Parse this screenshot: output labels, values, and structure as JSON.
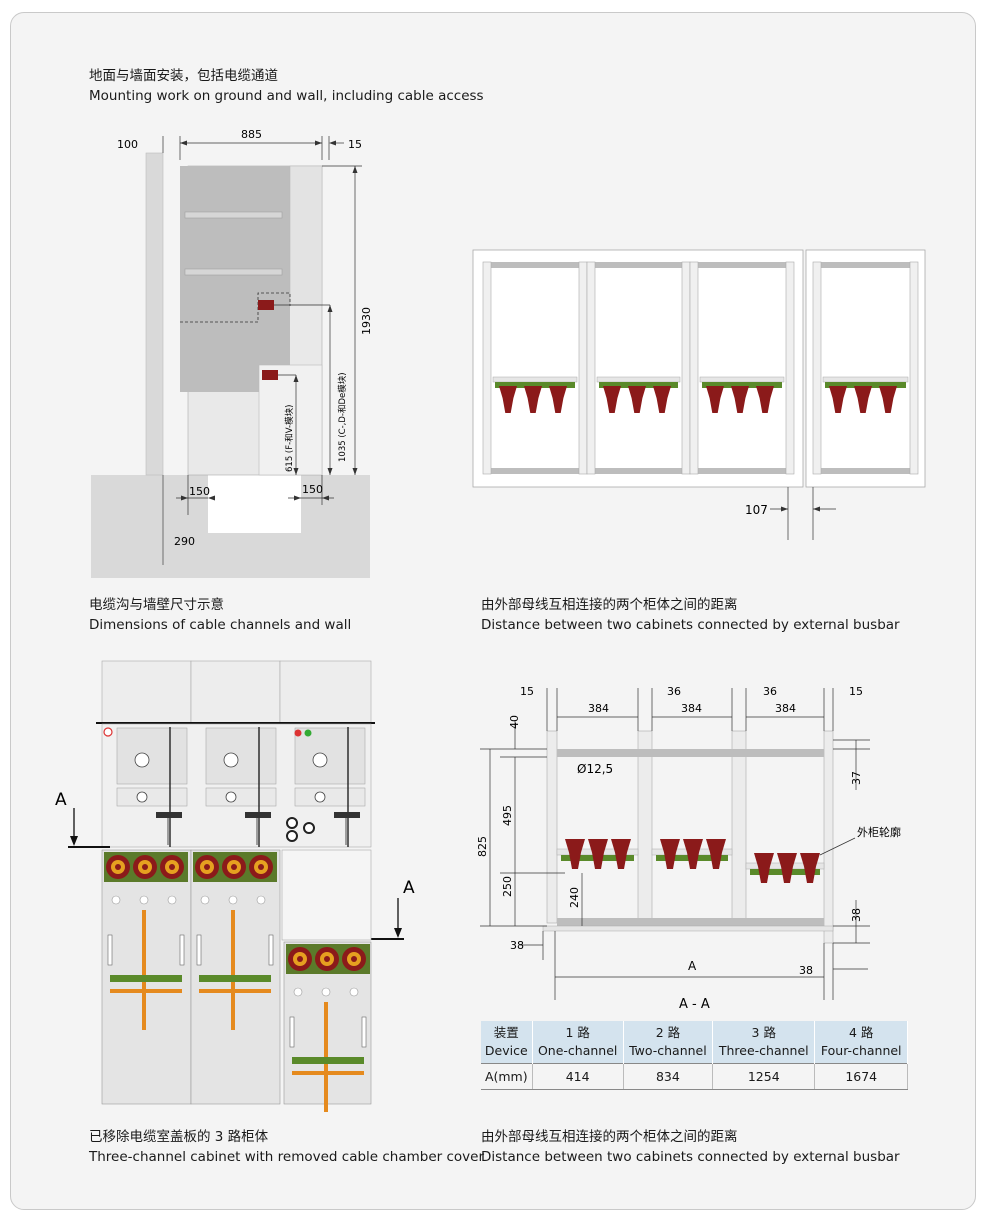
{
  "colors": {
    "panel": "#c7c7c7",
    "panel_dark": "#9a9a9a",
    "ground": "#d9d9d9",
    "insulator": "#8b1a1a",
    "busbar_green": "#5a8a2a",
    "busbar_orange": "#e58a1e",
    "table_header": "#d4e3ee"
  },
  "fig1": {
    "title_zh": "地面与墙面安装，包括电缆通道",
    "title_en": "Mounting work on ground and wall, including cable access",
    "dims": {
      "d100": "100",
      "d885": "885",
      "d15": "15",
      "d1930": "1930",
      "d1035": "1035 (C-,D-和De模块)",
      "d615": "615 (F-和V-模块)",
      "d150a": "150",
      "d150b": "150",
      "d290": "290"
    },
    "caption_zh": "电缆沟与墙壁尺寸示意",
    "caption_en": "Dimensions of cable channels and wall"
  },
  "fig2": {
    "dim107": "107",
    "caption_zh": "由外部母线互相连接的两个柜体之间的距离",
    "caption_en": "Distance between two cabinets connected by external busbar"
  },
  "fig3": {
    "label_a_left": "A",
    "label_a_right": "A",
    "caption_zh": "已移除电缆室盖板的 3 路柜体",
    "caption_en": "Three-channel cabinet with removed cable chamber cover"
  },
  "fig4": {
    "dims": {
      "d15_left": "15",
      "d36_a": "36",
      "d36_b": "36",
      "d15_right": "15",
      "d384_a": "384",
      "d384_b": "384",
      "d384_c": "384",
      "d40": "40",
      "d12_5": "Ø12,5",
      "d37": "37",
      "d495": "495",
      "d825": "825",
      "d250": "250",
      "d240": "240",
      "d38_right": "38",
      "d38_left": "38",
      "dA": "A",
      "d38_bottom": "38"
    },
    "outline_label": "外柜轮廓",
    "section_label": "A - A",
    "table": {
      "headers": [
        {
          "zh": "装置",
          "en": "Device"
        },
        {
          "zh": "1 路",
          "en": "One-channel"
        },
        {
          "zh": "2 路",
          "en": "Two-channel"
        },
        {
          "zh": "3 路",
          "en": "Three-channel"
        },
        {
          "zh": "4 路",
          "en": "Four-channel"
        }
      ],
      "row_label": "A(mm)",
      "values": [
        "414",
        "834",
        "1254",
        "1674"
      ]
    },
    "caption_zh": "由外部母线互相连接的两个柜体之间的距离",
    "caption_en": "Distance between two cabinets connected by external busbar"
  }
}
